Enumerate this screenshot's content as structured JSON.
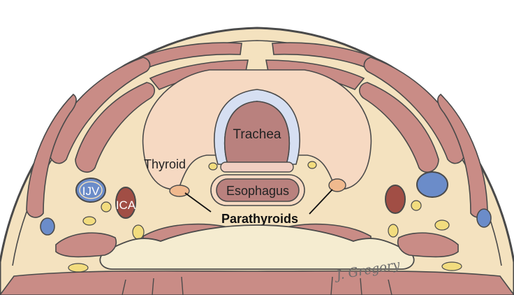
{
  "labels": {
    "trachea": "Trachea",
    "thyroid": "Thyroid",
    "esophagus": "Esophagus",
    "parathyroids": "Parathyroids",
    "ijv": "IJV",
    "ica": "ICA",
    "signature": "J. Gregory"
  },
  "colors": {
    "outline": "#4a4a4a",
    "skin": "#f4e2bf",
    "muscle": "#c98c86",
    "muscle_dark": "#bb7b76",
    "trachea_ring": "#d6dff2",
    "trachea_fill": "#b9817e",
    "thyroid": "#f6d9c2",
    "parathyroid": "#f0b98e",
    "fat_node": "#f2dc7e",
    "ijv": "#6b8cc9",
    "ica": "#a14e45",
    "background": "#ffffff"
  }
}
